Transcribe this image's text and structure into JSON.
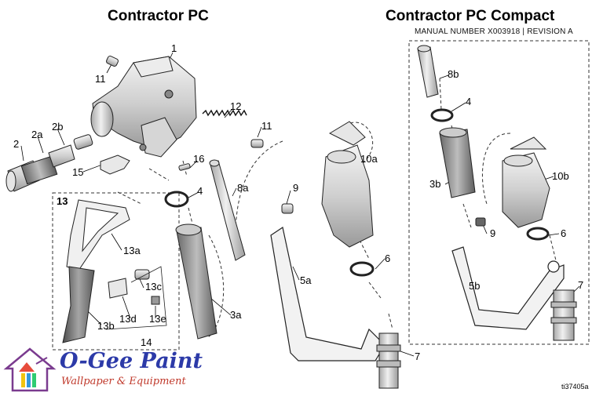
{
  "titles": {
    "left": "Contractor PC",
    "right": "Contractor PC Compact"
  },
  "manual_info": "MANUAL NUMBER X003918 | REVISION A",
  "figure_id": "ti37405a",
  "brand": {
    "name": "O-Gee Paint",
    "tagline": "Wallpaper & Equipment",
    "colors": {
      "name": "#2c3aa8",
      "tagline": "#c0392b",
      "house": "#7a3b8f"
    }
  },
  "part_labels": {
    "p1": "1",
    "p11a": "11",
    "p11b": "11",
    "p12": "12",
    "p2": "2",
    "p2a": "2a",
    "p2b": "2b",
    "p15": "15",
    "p16": "16",
    "p4a": "4",
    "p8a": "8a",
    "p3a": "3a",
    "p13": "13",
    "p13a": "13a",
    "p13b": "13b",
    "p13c": "13c",
    "p13d": "13d",
    "p13e": "13e",
    "p14": "14",
    "p9a": "9",
    "p10a": "10a",
    "p5a": "5a",
    "p6a": "6",
    "p7a": "7",
    "p8b": "8b",
    "p4b": "4",
    "p3b": "3b",
    "p10b": "10b",
    "p9b": "9",
    "p6b": "6",
    "p5b": "5b",
    "p7b": "7"
  }
}
